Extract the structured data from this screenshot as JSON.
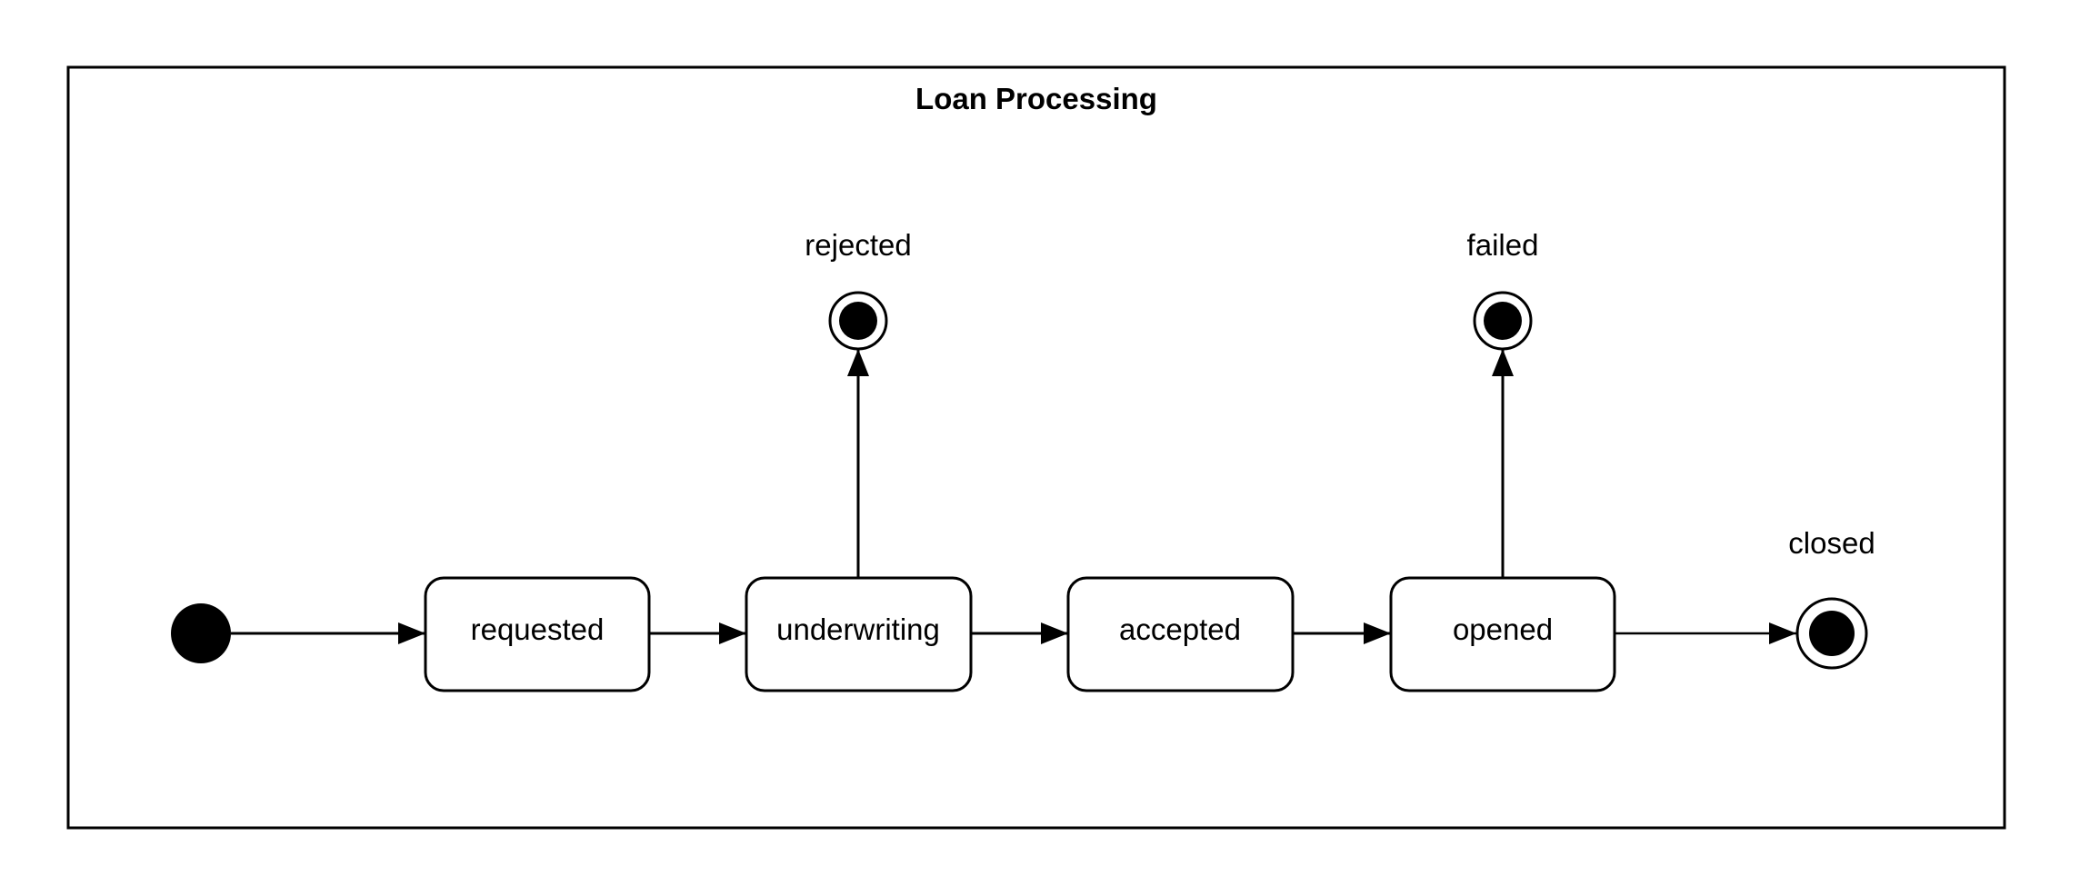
{
  "diagram": {
    "title": "Loan Processing",
    "colors": {
      "stroke": "#000000",
      "fill": "#ffffff",
      "text": "#000000"
    },
    "states": {
      "requested": "requested",
      "underwriting": "underwriting",
      "accepted": "accepted",
      "opened": "opened"
    },
    "final_states": {
      "rejected": "rejected",
      "failed": "failed",
      "closed": "closed"
    }
  }
}
